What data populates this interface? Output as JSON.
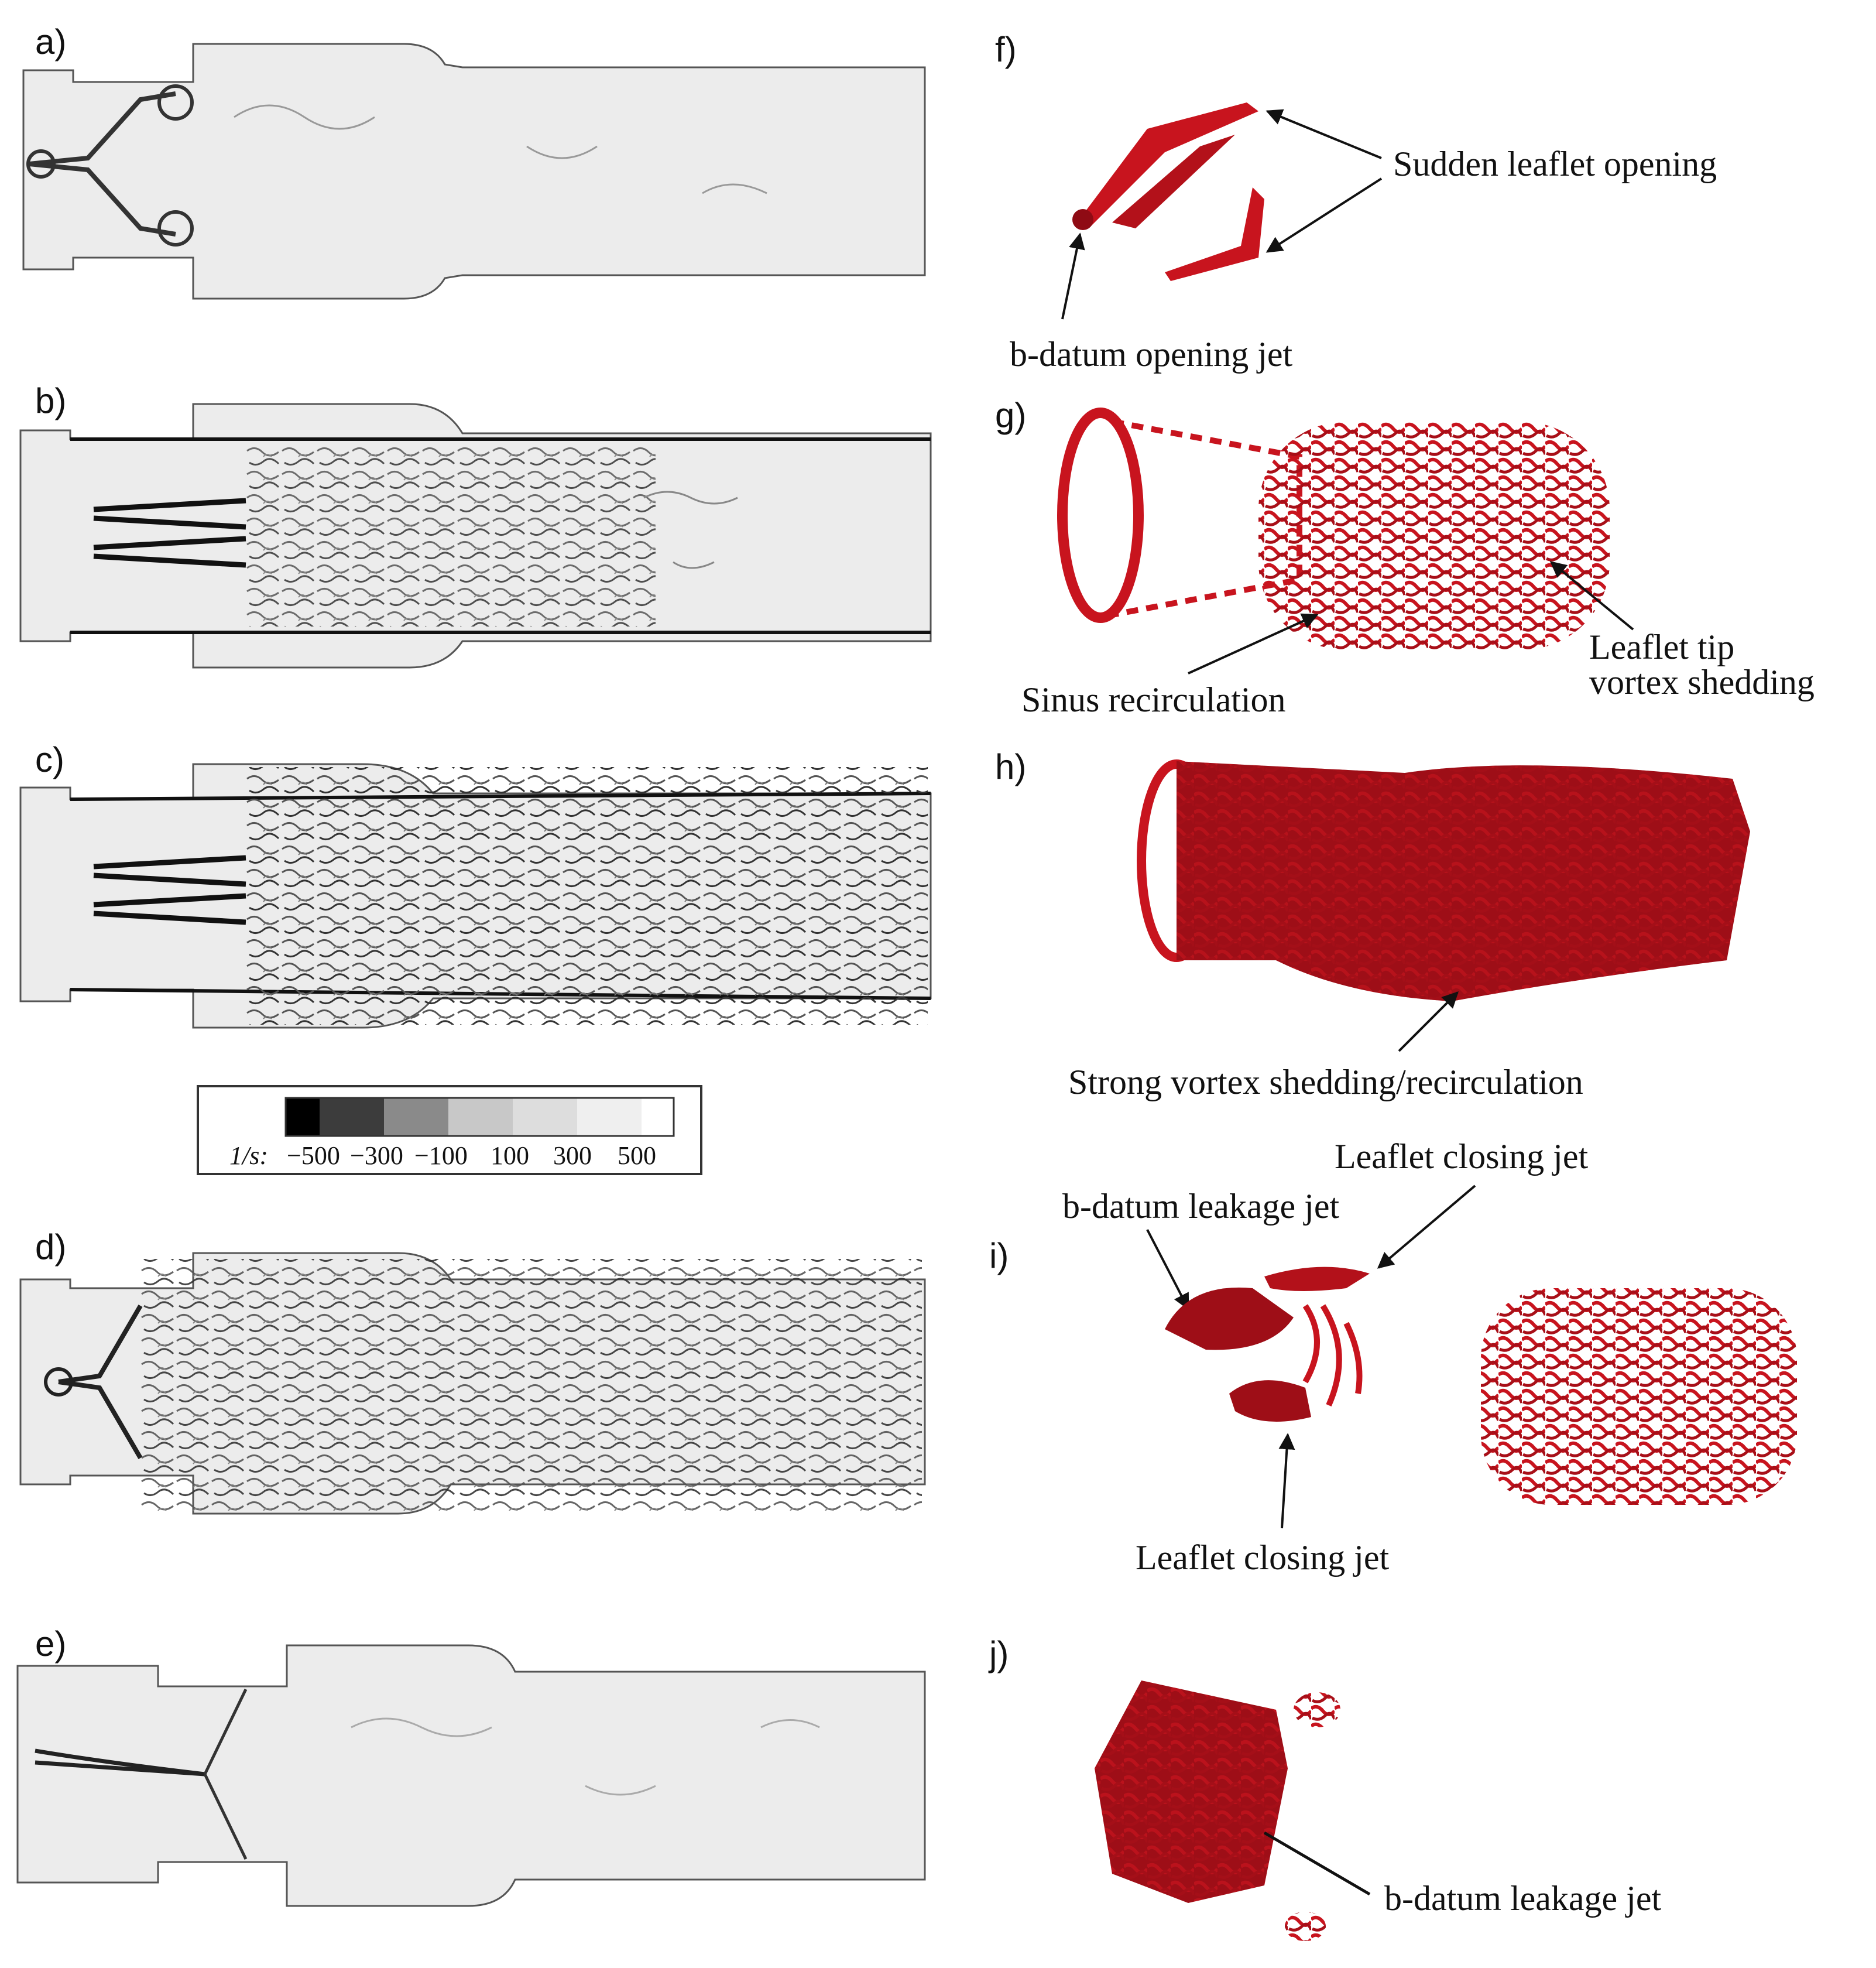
{
  "panels": {
    "a": "a)",
    "b": "b)",
    "c": "c)",
    "d": "d)",
    "e": "e)",
    "f": "f)",
    "g": "g)",
    "h": "h)",
    "i": "i)",
    "j": "j)"
  },
  "annotations": {
    "f_main": "Sudden leaflet opening",
    "f_jet": "b-datum opening jet",
    "g_sinus": "Sinus recirculation",
    "g_tip_1": "Leaflet tip",
    "g_tip_2": "vortex shedding",
    "h_main": "Strong vortex shedding/recirculation",
    "i_leak": "b-datum leakage jet",
    "i_close_top": "Leaflet closing jet",
    "i_close_bottom": "Leaflet closing jet",
    "j_leak": "b-datum leakage jet"
  },
  "colorbar": {
    "unit": "1/s:",
    "ticks": [
      "−500",
      "−300",
      "−100",
      "100",
      "300",
      "500"
    ],
    "colors": [
      "#000000",
      "#3c3c3c",
      "#8a8a8a",
      "#c8c8c8",
      "#dddddd",
      "#efefef",
      "#ffffff"
    ]
  },
  "colors": {
    "vortex": "#c8141e",
    "vortex_dark": "#8f0b14"
  }
}
